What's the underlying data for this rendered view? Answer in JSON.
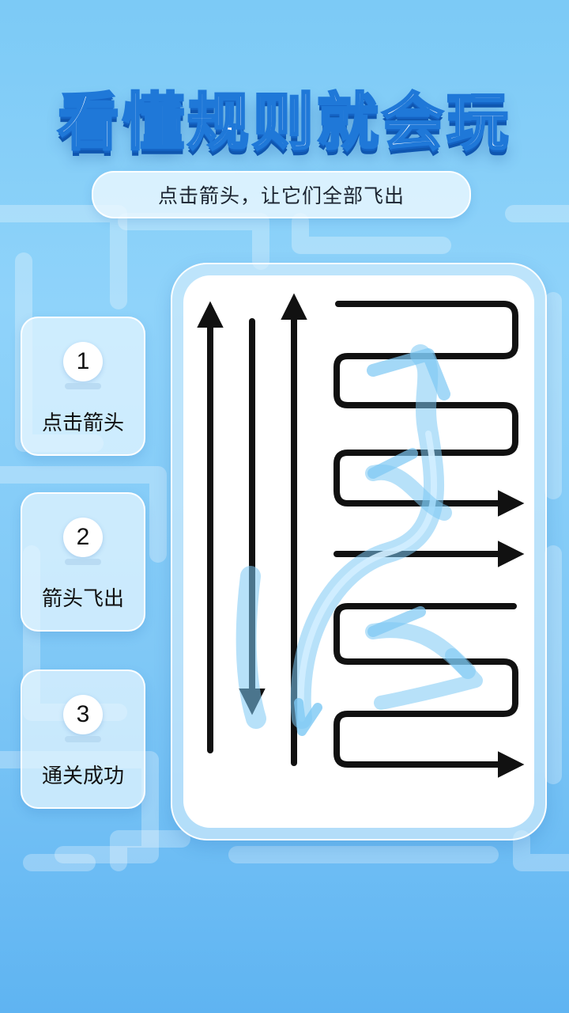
{
  "title": "看懂规则就会玩",
  "subtitle": "点击箭头，让它们全部飞出",
  "steps": [
    {
      "number": "1",
      "label": "点击箭头"
    },
    {
      "number": "2",
      "label": "箭头飞出"
    },
    {
      "number": "3",
      "label": "通关成功"
    }
  ],
  "icons": {
    "arrow": "arrow-icon",
    "motion_trail": "motion-trail-icon"
  },
  "colors": {
    "title_outline": "#1f78d8",
    "arrow": "#111111",
    "trail": "#7cc8f4"
  }
}
